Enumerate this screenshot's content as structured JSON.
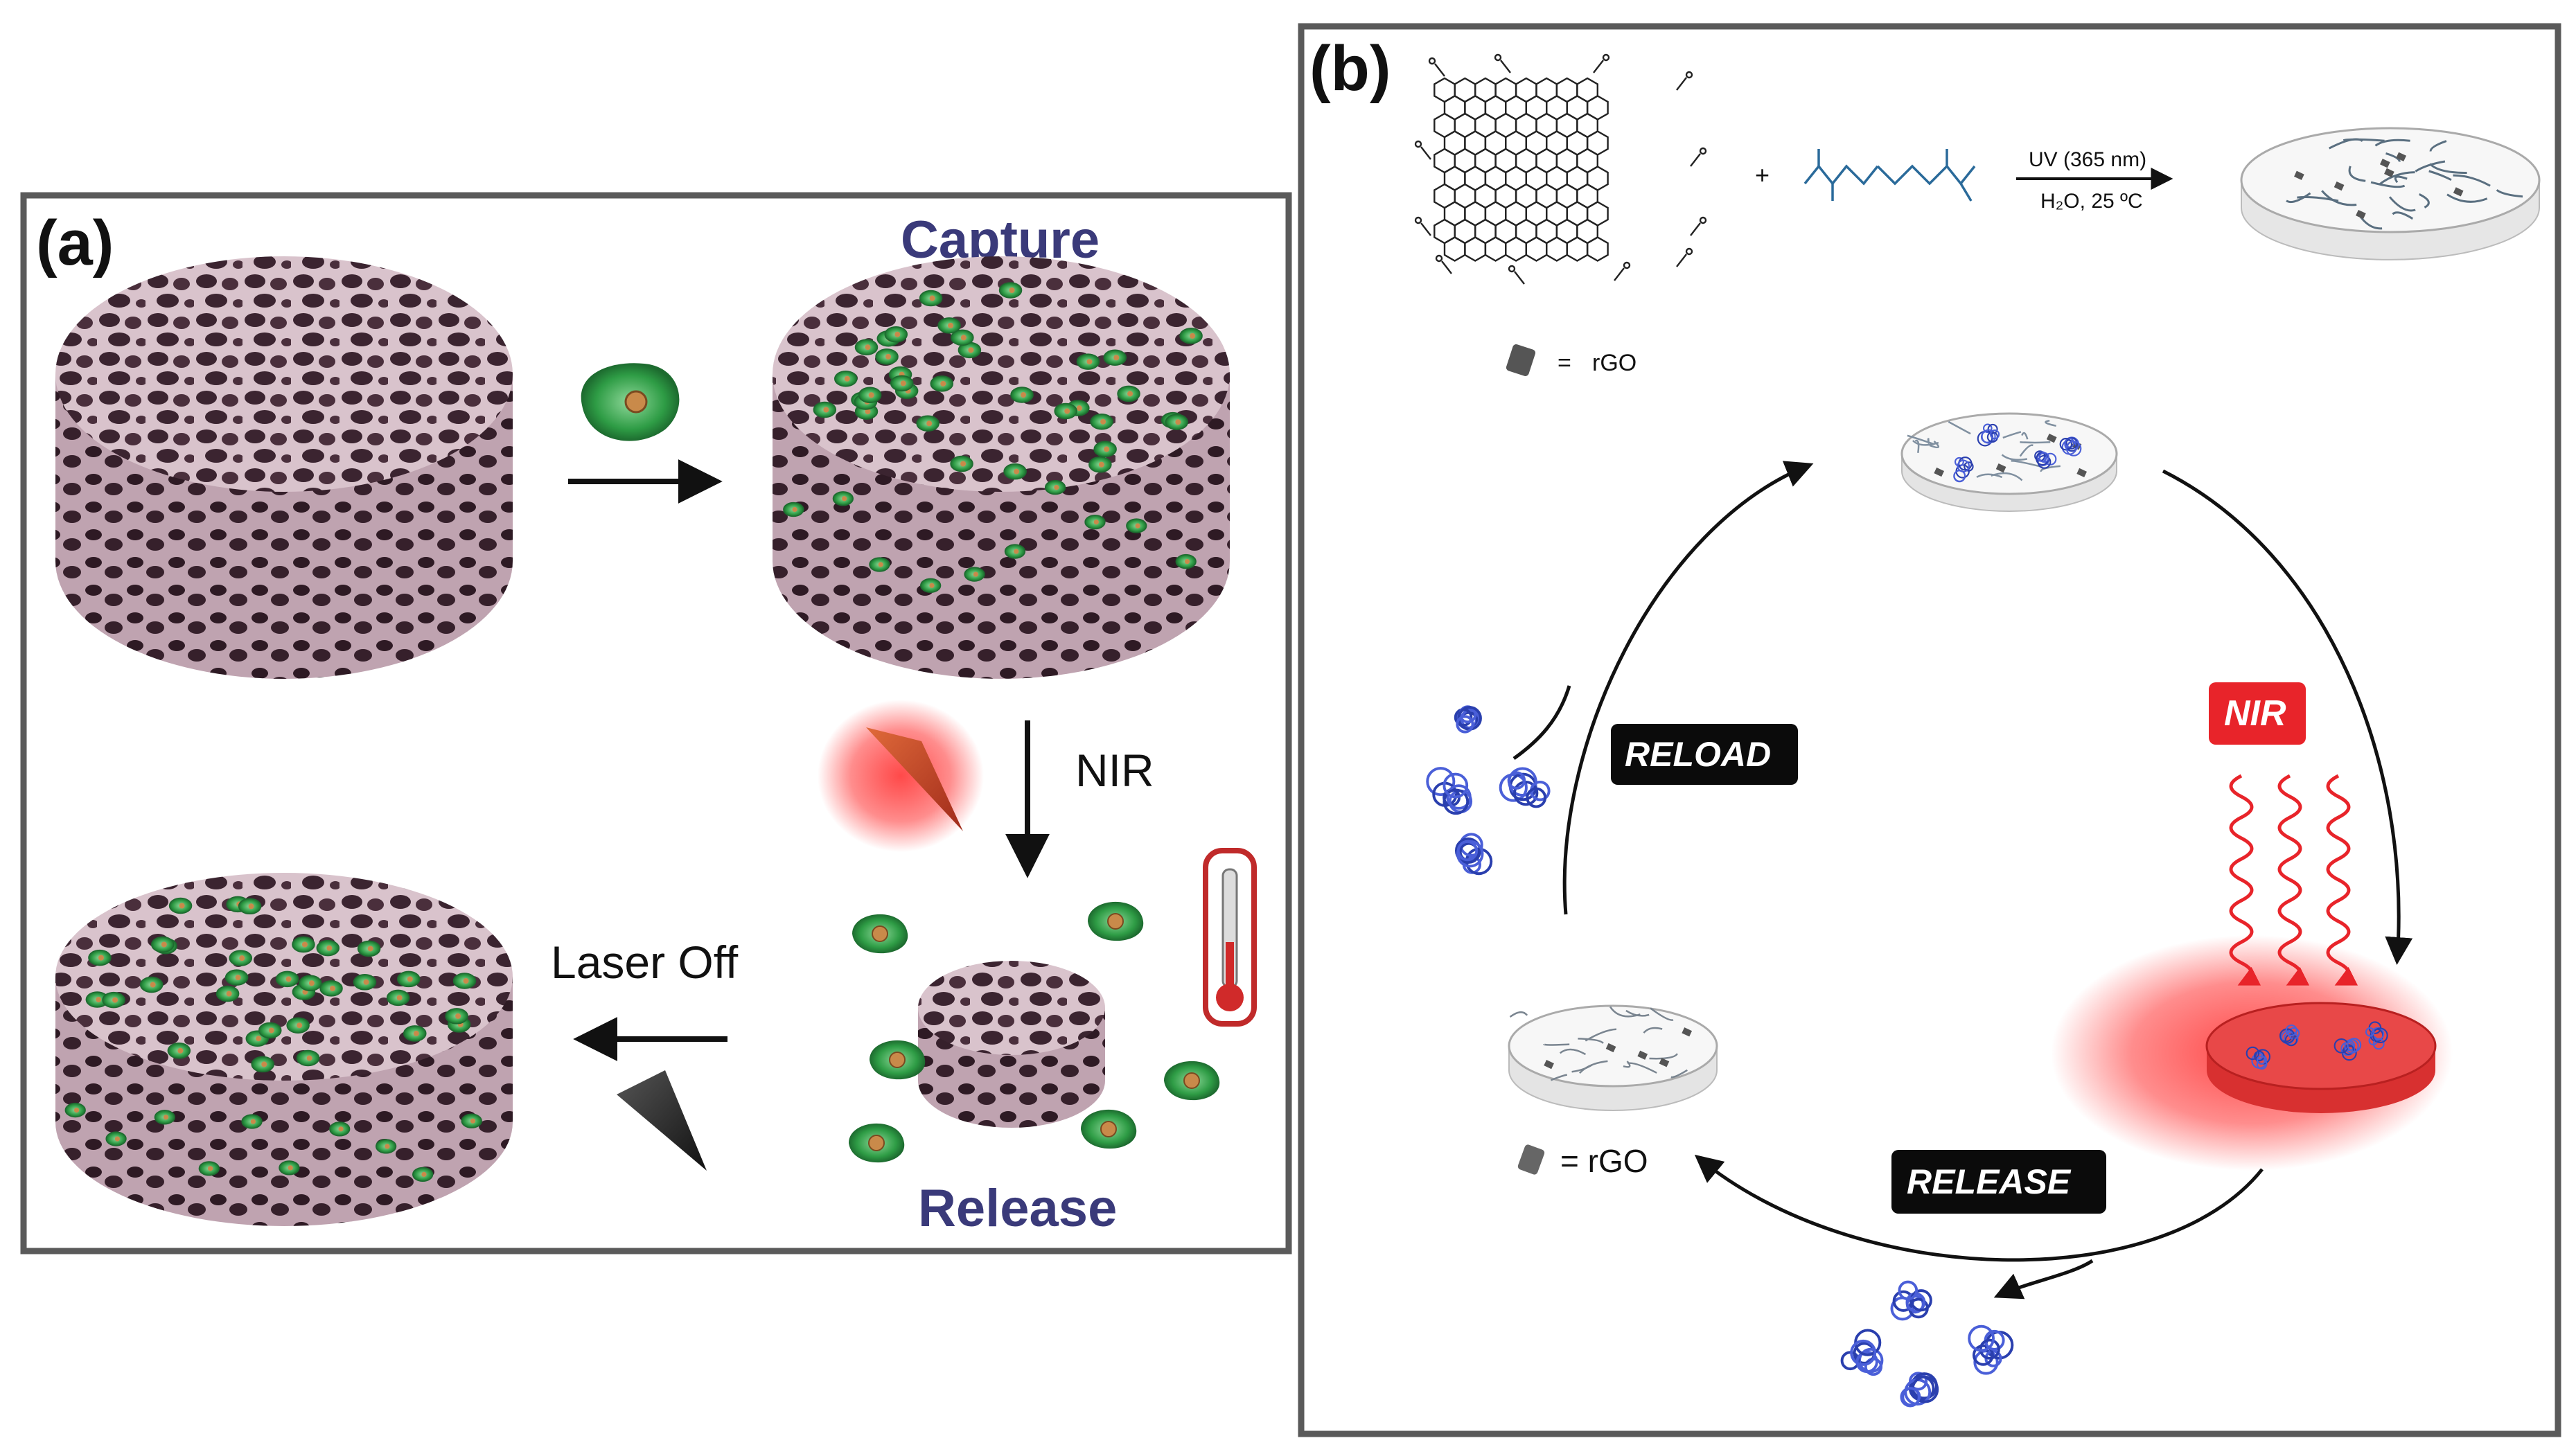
{
  "panel_a": {
    "label": "(a)",
    "capture": "Capture",
    "release": "Release",
    "nir": "NIR",
    "laser_off": "Laser Off"
  },
  "panel_b": {
    "label": "(b)",
    "uv_condition": "UV (365 nm)",
    "solvent_condition": "H₂O, 25 ºC",
    "plus": "+",
    "legend_top_eq": "=",
    "legend_top_text": "rGO",
    "legend_bottom_text": "= rGO",
    "nir_badge": "NIR",
    "reload_badge": "RELOAD",
    "release_badge": "RELEASE"
  },
  "colors": {
    "frame": "#5a5a5a",
    "scaffold": "#6a4a58",
    "cell_green": "#2e9c45",
    "nir_red": "#e8242a",
    "protein_blue": "#2a3fae",
    "badge_black": "#0b0b0b"
  }
}
